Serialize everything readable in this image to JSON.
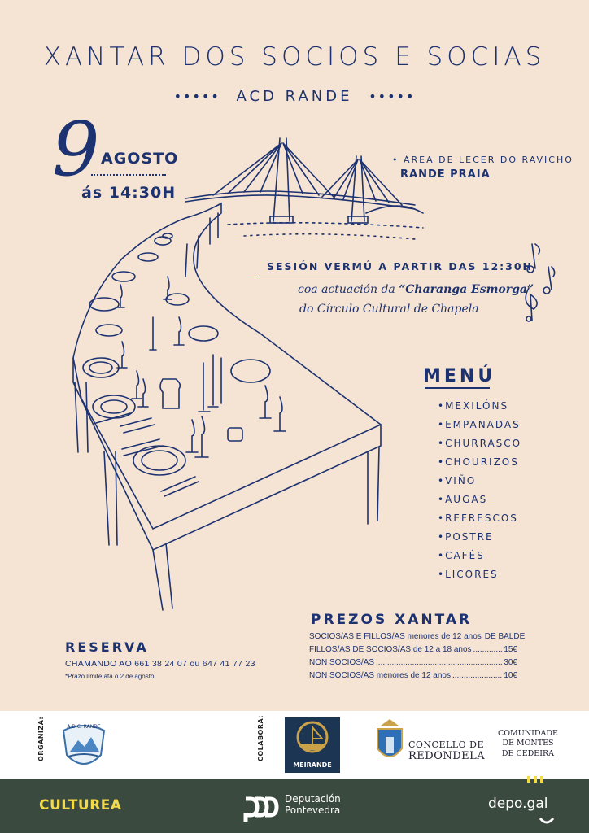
{
  "header": {
    "title": "XANTAR DOS SOCIOS E SOCIAS",
    "subtitle": "ACD RANDE",
    "dots_left": "•••••",
    "dots_right": "•••••"
  },
  "date": {
    "day": "9",
    "month": "AGOSTO",
    "time": "ás 14:30H"
  },
  "location": {
    "line1": "• ÁREA DE LECER DO RAVICHO",
    "line2": "RANDE PRAIA"
  },
  "vermu": {
    "headline": "SESIÓN VERMÚ A PARTIR DAS 12:30H",
    "act_prefix": "coa actuación da ",
    "act_name": "“Charanga Esmorga”",
    "act_line2": "do Círculo Cultural de Chapela"
  },
  "menu": {
    "title": "MENÚ",
    "items": [
      "•MEXILÓNS",
      "•EMPANADAS",
      "•CHURRASCO",
      "•CHOURIZOS",
      "•VIÑO",
      "•AUGAS",
      "•REFRESCOS",
      "•POSTRE",
      "•CAFÉS",
      "•LICORES"
    ]
  },
  "prices": {
    "title": "PREZOS XANTAR",
    "rows": [
      {
        "label": "SOCIOS/AS E FILLOS/AS menores de 12 anos",
        "value": "DE BALDE"
      },
      {
        "label": "FILLOS/AS DE SOCIOS/AS de 12 a 18 anos",
        "value": "15€"
      },
      {
        "label": "NON SOCIOS/AS",
        "value": "30€"
      },
      {
        "label": "NON SOCIOS/AS menores de 12 anos",
        "value": "10€"
      }
    ]
  },
  "reserva": {
    "title": "RESERVA",
    "phones": "CHAMANDO AO 661 38 24 07  ou  647 41 77 23",
    "note": "*Prazo límite ata o 2 de agosto."
  },
  "sponsors": {
    "organiza_label": "ORGANIZA:",
    "colabora_label": "COLABORA:",
    "acd_logo_text": "A.D.C. RANDE",
    "meirande": "MEIRANDE",
    "concello_line1": "CONCELLO DE",
    "concello_line2": "REDONDELA",
    "comunidade_line1": "COMUNIDADE",
    "comunidade_line2": "DE MONTES",
    "comunidade_line3": "DE CEDEIRA"
  },
  "footer": {
    "culturea": "CULTUREA",
    "deputacion_line1": "Deputación",
    "deputacion_line2": "Pontevedra",
    "depo": "depo.gal"
  },
  "colors": {
    "background": "#f5e4d3",
    "ink": "#1d3270",
    "footer_band": "#3b4a3e",
    "culturea_yellow": "#f2d94a"
  }
}
